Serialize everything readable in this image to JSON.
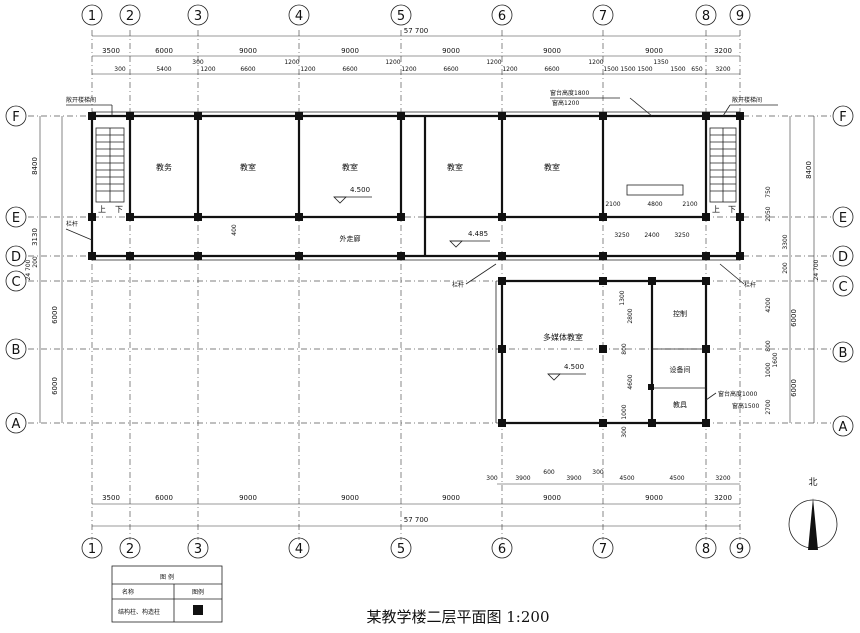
{
  "title": "某教学楼二层平面图 1:200",
  "axes": {
    "columns": [
      {
        "label": "1",
        "total_dim": "3500"
      },
      {
        "label": "2",
        "total_dim": "6000"
      },
      {
        "label": "3",
        "total_dim": "9000"
      },
      {
        "label": "4",
        "total_dim": "9000"
      },
      {
        "label": "5",
        "total_dim": "9000"
      },
      {
        "label": "6",
        "total_dim": "9000"
      },
      {
        "label": "7",
        "total_dim": "9000"
      },
      {
        "label": "8",
        "total_dim": "3200"
      },
      {
        "label": "9"
      }
    ],
    "rows": [
      "F",
      "E",
      "D",
      "C",
      "B",
      "A"
    ],
    "overall_length": "57 700",
    "bottom_dims": [
      "3500",
      "6000",
      "9000",
      "9000",
      "9000",
      "9000",
      "9000",
      "3200"
    ],
    "bottom_detail_dims": [
      "300",
      "3900",
      "600",
      "3900",
      "300",
      "4500",
      "4500",
      "3200"
    ]
  },
  "top_detail_dims": [
    "300",
    "5400",
    "300",
    "1200",
    "6600",
    "1200",
    "1200",
    "6600",
    "1200",
    "1200",
    "6600",
    "1200",
    "1200",
    "6600",
    "1200",
    "1500",
    "1500",
    "1500",
    "1350",
    "1500",
    "650",
    "3200"
  ],
  "left_dims": [
    "8400",
    "3130",
    "24 700",
    "6000",
    "6000"
  ],
  "left_small_dims": [
    "200"
  ],
  "right_dims": [
    "8400",
    "2050",
    "3300",
    "24 700",
    "4200",
    "6000",
    "6000",
    "2700"
  ],
  "right_small_dims": [
    "750",
    "200",
    "800",
    "1000",
    "1600"
  ],
  "rooms": {
    "office": "教务",
    "classroom_1": "教室",
    "classroom_2": "教室",
    "classroom_3": "教室",
    "classroom_4": "教室",
    "corridor": "外走廊",
    "multimedia": "多媒体教室",
    "control": "控制",
    "equipment": "设备间",
    "prep": "教具"
  },
  "elevations": {
    "el1": "4.500",
    "el2": "4.485",
    "el3": "4.500"
  },
  "annotations": {
    "stair_left": "敞开楼梯间",
    "stair_right": "敞开楼梯间",
    "sill_height": "窗台高度1800",
    "window_height": "窗高1200",
    "sill_height_2": "窗台高度1000",
    "window_height_2": "窗高1500",
    "railing_1": "栏杆",
    "railing_2": "栏杆",
    "railing_3": "栏杆",
    "up": "上",
    "down": "下",
    "door_dims": [
      "2100",
      "4800",
      "2100"
    ],
    "corr_dims": [
      "3250",
      "2400",
      "3250"
    ],
    "dim_400": "400",
    "lab_dims": [
      "1300",
      "2800",
      "800",
      "4600",
      "1000",
      "300"
    ]
  },
  "north": "北",
  "legend": {
    "title": "图  例",
    "header_name": "名称",
    "header_symbol": "图例",
    "row_label": "结构柱、构造柱"
  }
}
